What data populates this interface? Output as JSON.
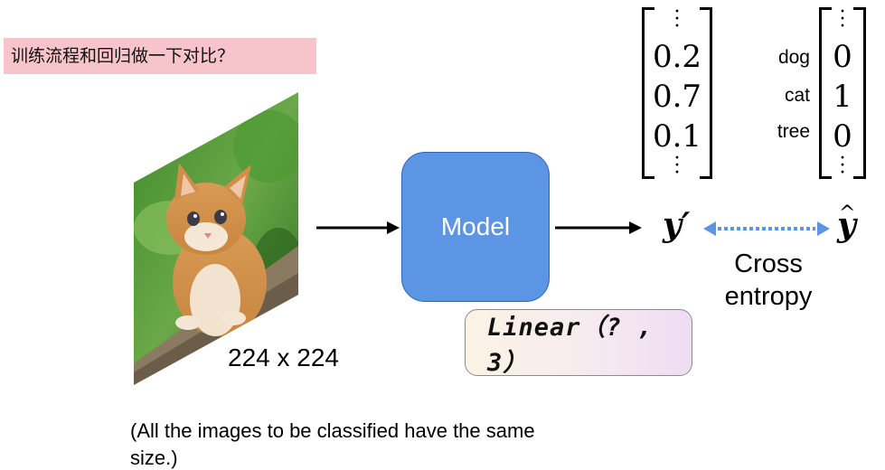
{
  "question": "训练流程和回归做一下对比？",
  "image": {
    "size_label": "224 x 224"
  },
  "model": {
    "label": "Model"
  },
  "linear": {
    "label": "Linear（? , 3）"
  },
  "prediction": {
    "symbol": "y′",
    "values": [
      "0.2",
      "0.7",
      "0.1"
    ]
  },
  "target": {
    "symbol": "y",
    "hat": "^",
    "classes": [
      "dog",
      "cat",
      "tree"
    ],
    "values": [
      "0",
      "1",
      "0"
    ]
  },
  "loss": {
    "label": "Cross entropy"
  },
  "note": "(All the images to be classified have the same size.)",
  "colors": {
    "model_fill": "#5b95e3",
    "question_bg": "#f6c4ca",
    "dotted_arrow": "#5b95e3"
  }
}
